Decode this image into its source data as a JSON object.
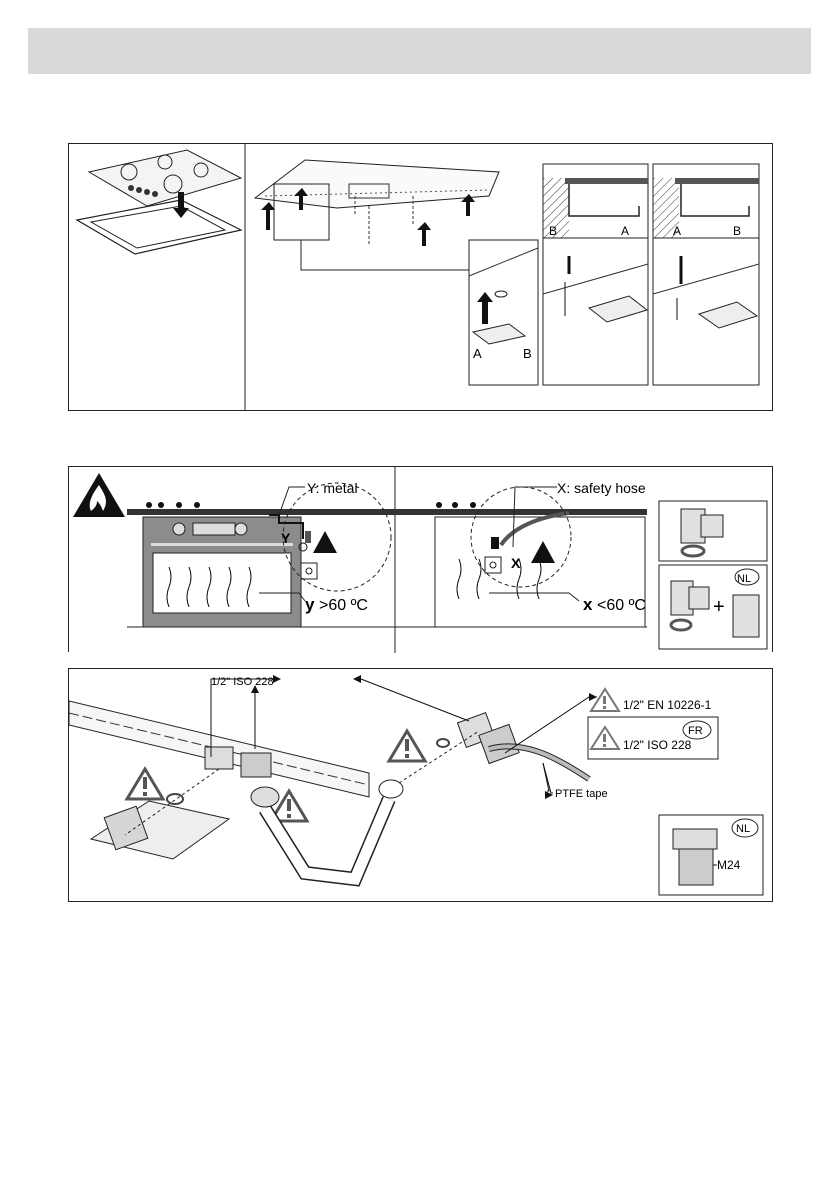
{
  "installation": {
    "clip_labels": {
      "detail_a": "A",
      "detail_b": "B",
      "side1_b": "B",
      "side1_a": "A",
      "side2_a": "A",
      "side2_b": "B"
    }
  },
  "hose": {
    "metal_label": "Y: metal",
    "metal_letter": "Y",
    "temp_high_var": "y",
    "temp_high_value": ">60 ºC",
    "safety_label": "X: safety hose",
    "safety_letter": "X",
    "temp_low_var": "x",
    "temp_low_value": "<60 ºC",
    "nl_badge": "NL",
    "plus": "+"
  },
  "connection": {
    "iso_label": "1/2\"  ISO 228",
    "en_label": "1/2\" EN 10226-1",
    "fr_badge": "FR",
    "fr_iso_label": "1/2\" ISO 228",
    "ptfe_label": "PTFE tape",
    "nl_badge": "NL",
    "m24_label": "M24"
  },
  "colors": {
    "header_bar": "#d9d9d9",
    "oven_body": "#8c8c8c",
    "line": "#111111"
  }
}
